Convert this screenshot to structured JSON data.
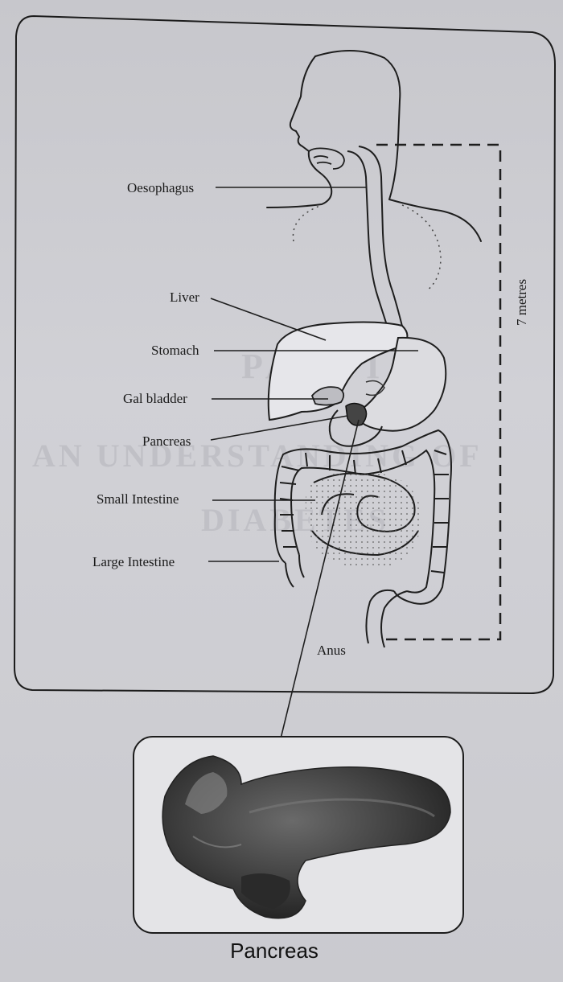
{
  "diagram": {
    "labels": {
      "oesophagus": "Oesophagus",
      "liver": "Liver",
      "stomach": "Stomach",
      "gal_bladder": "Gal bladder",
      "pancreas": "Pancreas",
      "small_intestine": "Small Intestine",
      "large_intestine": "Large Intestine",
      "anus": "Anus",
      "length": "7 metres"
    },
    "caption": "Pancreas"
  }
}
